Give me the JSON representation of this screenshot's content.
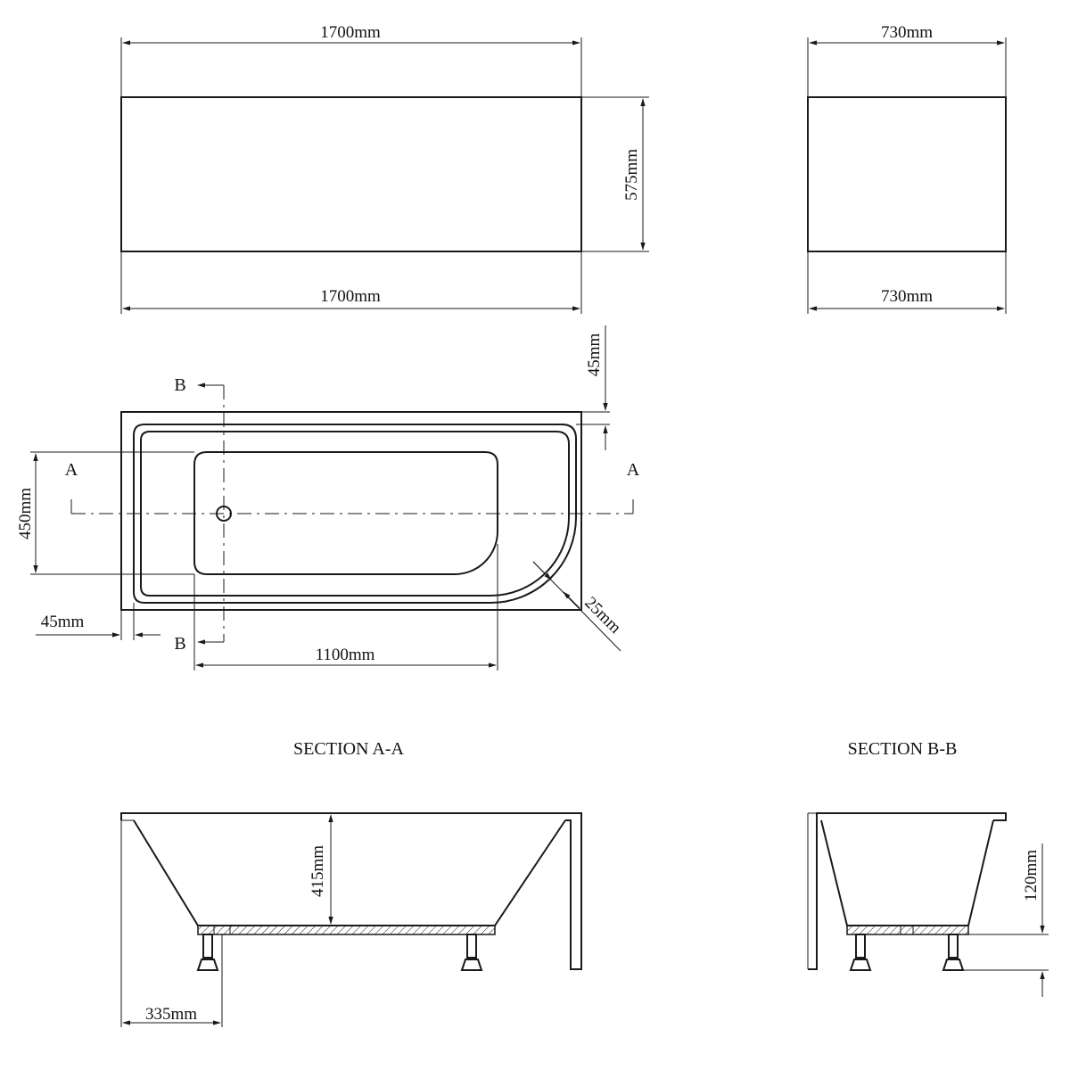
{
  "colors": {
    "line": "#1a1a1a",
    "background": "#ffffff"
  },
  "dims": {
    "front_length_top": "1700mm",
    "front_length_bottom": "1700mm",
    "front_height": "575mm",
    "end_width_top": "730mm",
    "end_width_bottom": "730mm",
    "rim_top": "45mm",
    "inner_width": "450mm",
    "rim_left": "45mm",
    "inner_length": "1100mm",
    "corner_radius": "25mm",
    "depth": "415mm",
    "waste_offset": "335mm",
    "leg_height": "120mm"
  },
  "section_marks": {
    "a": "A",
    "b": "B"
  },
  "sections": {
    "aa_title": "SECTION A-A",
    "bb_title": "SECTION B-B"
  }
}
